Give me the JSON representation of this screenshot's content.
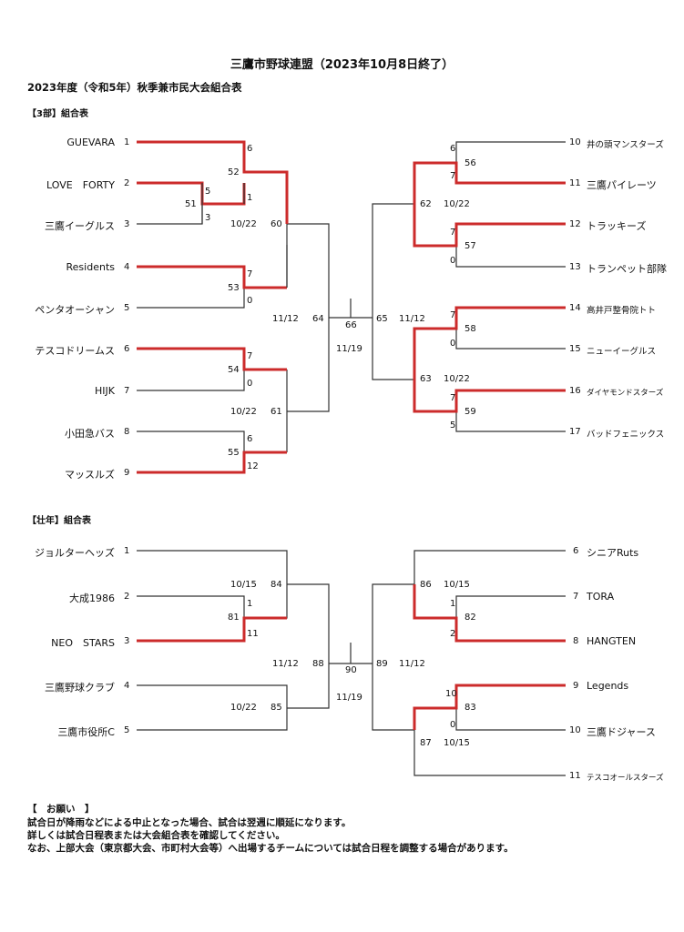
{
  "title": "三鷹市野球連盟（2023年10月8日終了）",
  "subtitle": "2023年度（令和5年）秋季兼市民大会組合表",
  "colors": {
    "winner_line": "#cc2b2b",
    "line": "#333333"
  },
  "div3": {
    "heading": "【3部】組合表",
    "left_teams": [
      {
        "name": "GUEVARA",
        "no": "1"
      },
      {
        "name": "LOVE　FORTY",
        "no": "2"
      },
      {
        "name": "三鷹イーグルス",
        "no": "3"
      },
      {
        "name": "Residents",
        "no": "4"
      },
      {
        "name": "ペンタオーシャン",
        "no": "5"
      },
      {
        "name": "テスコドリームス",
        "no": "6"
      },
      {
        "name": "HIJK",
        "no": "7"
      },
      {
        "name": "小田急バス",
        "no": "8"
      },
      {
        "name": "マッスルズ",
        "no": "9"
      }
    ],
    "right_teams": [
      {
        "no": "10",
        "name": "井の頭マンスターズ"
      },
      {
        "no": "11",
        "name": "三鷹パイレーツ"
      },
      {
        "no": "12",
        "name": "トラッキーズ"
      },
      {
        "no": "13",
        "name": "トランペット部隊"
      },
      {
        "no": "14",
        "name": "高井戸整骨院トト"
      },
      {
        "no": "15",
        "name": "ニューイーグルス"
      },
      {
        "no": "16",
        "name": "ダイヤモンドスターズ"
      },
      {
        "no": "17",
        "name": "バッドフェニックス"
      }
    ],
    "scores": {
      "g52_top": "6",
      "g52_bot": "1",
      "g51_top": "5",
      "g51_bot": "3",
      "g53_top": "7",
      "g53_bot": "0",
      "g54_top": "7",
      "g54_bot": "0",
      "g55_top": "6",
      "g55_bot": "12",
      "g56_top": "6",
      "g56_bot": "7",
      "g57_top": "7",
      "g57_bot": "0",
      "g58_top": "7",
      "g58_bot": "0",
      "g59_top": "7",
      "g59_bot": "5"
    },
    "games": {
      "g51": "51",
      "g52": "52",
      "g53": "53",
      "g54": "54",
      "g55": "55",
      "g56": "56",
      "g57": "57",
      "g58": "58",
      "g59": "59",
      "g60": "60",
      "g61": "61",
      "g62": "62",
      "g63": "63",
      "g64": "64",
      "g65": "65",
      "g66": "66"
    },
    "dates": {
      "g60": "10/22",
      "g61": "10/22",
      "g62": "10/22",
      "g63": "10/22",
      "g64": "11/12",
      "g65": "11/12",
      "g66": "11/19"
    }
  },
  "senior": {
    "heading": "【壮年】組合表",
    "left_teams": [
      {
        "name": "ジョルターヘッズ",
        "no": "1"
      },
      {
        "name": "大成1986",
        "no": "2"
      },
      {
        "name": "NEO　STARS",
        "no": "3"
      },
      {
        "name": "三鷹野球クラブ",
        "no": "4"
      },
      {
        "name": "三鷹市役所C",
        "no": "5"
      }
    ],
    "right_teams": [
      {
        "no": "6",
        "name": "シニアRuts"
      },
      {
        "no": "7",
        "name": "TORA"
      },
      {
        "no": "8",
        "name": "HANGTEN"
      },
      {
        "no": "9",
        "name": "Legends"
      },
      {
        "no": "10",
        "name": "三鷹ドジャース"
      },
      {
        "no": "11",
        "name": "テスコオールスターズ"
      }
    ],
    "scores": {
      "g81_top": "1",
      "g81_bot": "11",
      "g82_top": "1",
      "g82_bot": "2",
      "g83_top": "10",
      "g83_bot": "0"
    },
    "games": {
      "g81": "81",
      "g82": "82",
      "g83": "83",
      "g84": "84",
      "g85": "85",
      "g86": "86",
      "g87": "87",
      "g88": "88",
      "g89": "89",
      "g90": "90"
    },
    "dates": {
      "g84": "10/15",
      "g85": "10/22",
      "g86": "10/15",
      "g87": "10/15",
      "g88": "11/12",
      "g89": "11/12",
      "g90": "11/19"
    }
  },
  "notes": {
    "heading": "【　お願い　】",
    "lines": [
      "試合日が降雨などによる中止となった場合、試合は翌週に順延になります。",
      "詳しくは試合日程表または大会組合表を確認してください。",
      "なお、上部大会（東京都大会、市町村大会等）へ出場するチームについては試合日程を調整する場合があります。"
    ]
  }
}
